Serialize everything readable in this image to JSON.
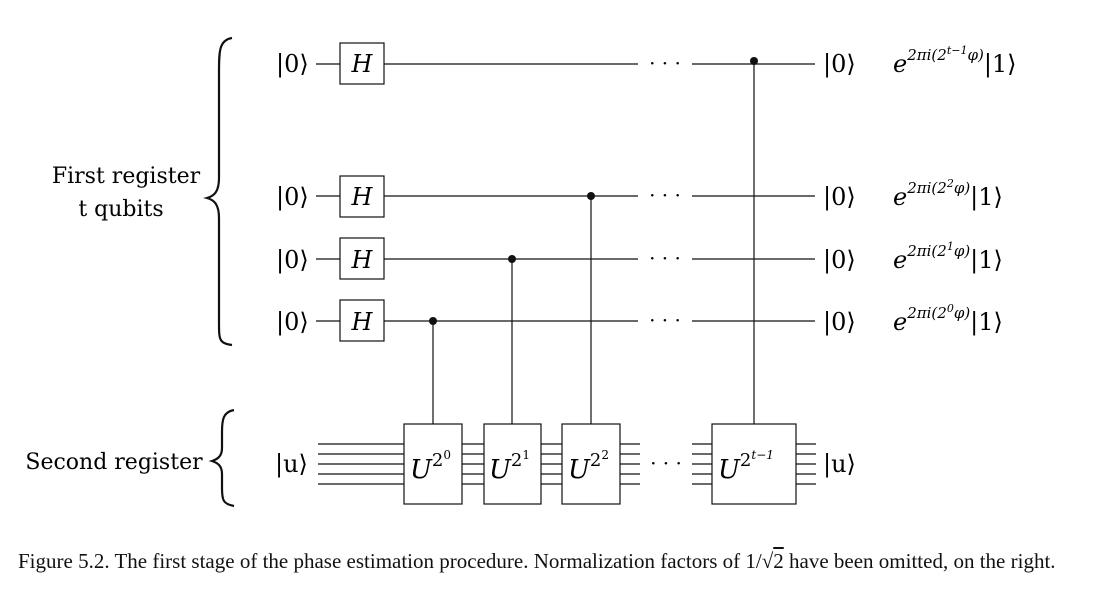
{
  "labels": {
    "first_register_line1": "First register",
    "first_register_line2": "t qubits",
    "second_register": "Second register"
  },
  "qubits": [
    {
      "input": "|0⟩",
      "gate": "H",
      "output": "|0⟩",
      "phase_prefix": "e",
      "phase_exp_pre": "2πi(2",
      "phase_exp_sup": "t−1",
      "phase_exp_post": "φ)",
      "phase_ket": "|1⟩"
    },
    {
      "input": "|0⟩",
      "gate": "H",
      "output": "|0⟩",
      "phase_prefix": "e",
      "phase_exp_pre": "2πi(2",
      "phase_exp_sup": "2",
      "phase_exp_post": "φ)",
      "phase_ket": "|1⟩"
    },
    {
      "input": "|0⟩",
      "gate": "H",
      "output": "|0⟩",
      "phase_prefix": "e",
      "phase_exp_pre": "2πi(2",
      "phase_exp_sup": "1",
      "phase_exp_post": "φ)",
      "phase_ket": "|1⟩"
    },
    {
      "input": "|0⟩",
      "gate": "H",
      "output": "|0⟩",
      "phase_prefix": "e",
      "phase_exp_pre": "2πi(2",
      "phase_exp_sup": "0",
      "phase_exp_post": "φ)",
      "phase_ket": "|1⟩"
    }
  ],
  "ellipsis": "· · ·",
  "second_register_input": "|u⟩",
  "second_register_output": "|u⟩",
  "unitaries": [
    {
      "base": "U",
      "exp_base": "2",
      "exp_sup": "0"
    },
    {
      "base": "U",
      "exp_base": "2",
      "exp_sup": "1"
    },
    {
      "base": "U",
      "exp_base": "2",
      "exp_sup": "2"
    },
    {
      "base": "U",
      "exp_base": "2",
      "exp_sup": "t−1"
    }
  ],
  "caption": {
    "pre": "Figure 5.2. The first stage of the phase estimation procedure. Normalization factors of 1/",
    "sqrt_arg": "2",
    "post": " have been omitted, on the right."
  }
}
